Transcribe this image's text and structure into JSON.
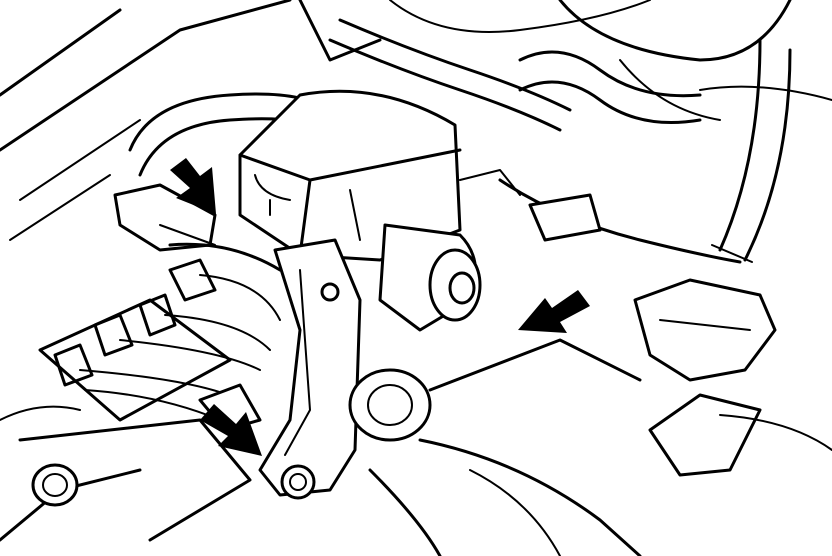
{
  "figure": {
    "description_icons": [
      "engine-illustration",
      "hydraulic-unit",
      "mounting-bracket",
      "bolt",
      "brake-lines",
      "pointer-arrow"
    ],
    "colors": {
      "line": "#000000",
      "background": "#ffffff"
    },
    "arrow_count": 3
  }
}
